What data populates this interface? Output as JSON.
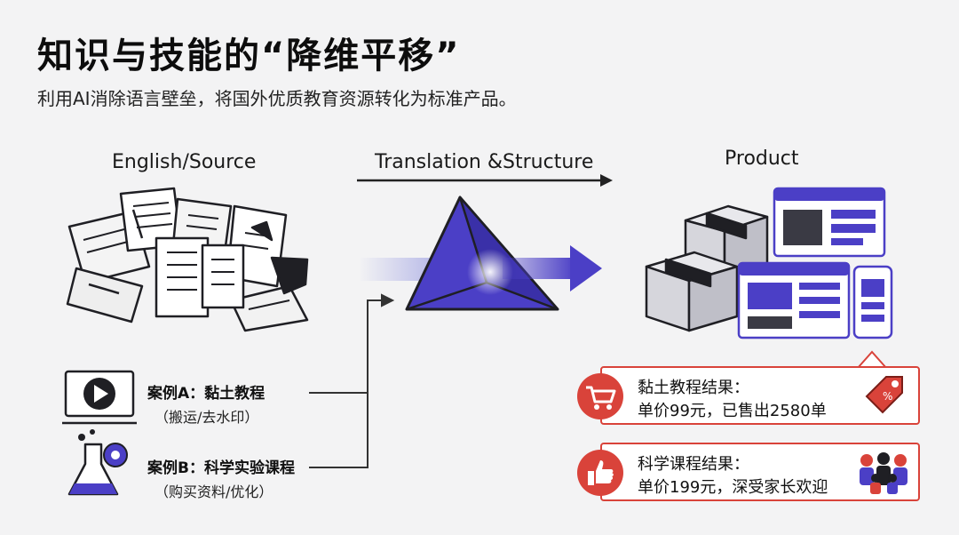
{
  "header": {
    "title": "知识与技能的“降维平移”",
    "subtitle": "利用AI消除语言壁垒，将国外优质教育资源转化为标准产品。"
  },
  "columns": {
    "source": "English/Source",
    "translation": "Translation &Structure",
    "product": "Product"
  },
  "cases": [
    {
      "title": "案例A：黏土教程",
      "subtitle": "（搬运/去水印）",
      "icon": "video-play-icon"
    },
    {
      "title": "案例B：科学实验课程",
      "subtitle": "（购买资料/优化）",
      "icon": "flask-gear-icon"
    }
  ],
  "results": [
    {
      "line1": "黏土教程结果：",
      "line2": "单价99元，已售出2580单",
      "icon": "shopping-cart-icon",
      "side_icon": "price-tag-icon"
    },
    {
      "line1": "科学课程结果：",
      "line2": "单价199元，深受家长欢迎",
      "icon": "thumbs-up-icon",
      "side_icon": "family-group-icon"
    }
  ],
  "colors": {
    "accent_purple": "#4b3fc6",
    "accent_red": "#d9433a",
    "dark": "#1f1f24"
  }
}
